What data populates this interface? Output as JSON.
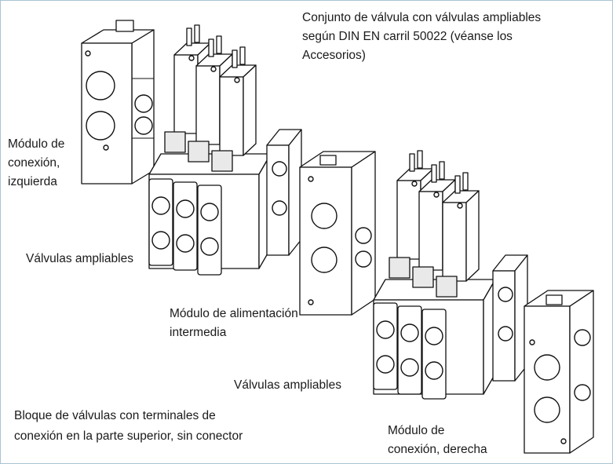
{
  "labels": {
    "title_line1": "Conjunto de válvula con válvulas ampliables",
    "title_line2": "según DIN EN carril 50022 (véanse los",
    "title_line3": "Accesorios)",
    "left_module_line1": "Módulo de",
    "left_module_line2": "conexión,",
    "left_module_line3": "izquierda",
    "valves_1": "Válvulas ampliables",
    "supply_line1": "Módulo de alimentación",
    "supply_line2": "intermedia",
    "valves_2": "Válvulas ampliables",
    "block_line1": "Bloque de válvulas con terminales de",
    "block_line2": "conexión en la parte superior, sin conector",
    "right_module_line1": "Módulo de",
    "right_module_line2": "conexión, derecha"
  },
  "colors": {
    "frame_border": "#a9c2d4",
    "text": "#1a1a1a",
    "line": "#111111"
  }
}
